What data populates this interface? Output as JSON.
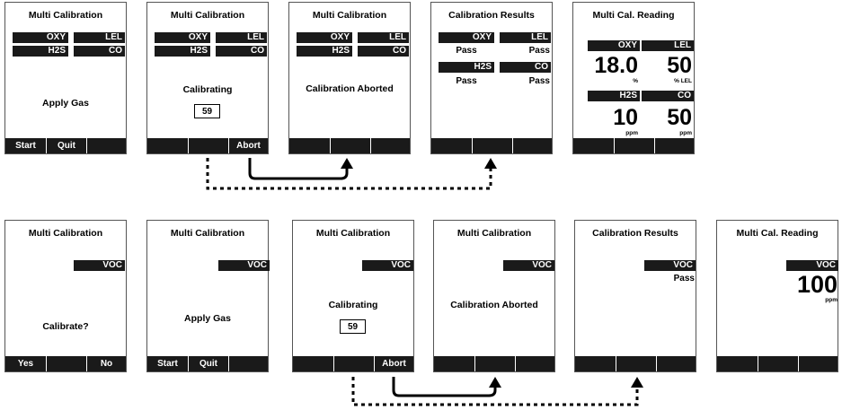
{
  "labels": {
    "multi_calibration": "Multi Calibration",
    "calibration_results": "Calibration Results",
    "multi_cal_reading": "Multi Cal. Reading",
    "calibrate_q": "Calibrate?",
    "apply_gas": "Apply Gas",
    "calibrating": "Calibrating",
    "calibration_aborted": "Calibration Aborted",
    "pass": "Pass",
    "counter": "59"
  },
  "sensors": {
    "oxy": "OXY",
    "lel": "LEL",
    "h2s": "H2S",
    "co": "CO",
    "voc": "VOC"
  },
  "softkeys": {
    "start": "Start",
    "quit": "Quit",
    "abort": "Abort",
    "yes": "Yes",
    "no": "No"
  },
  "readings": {
    "oxy": {
      "value": "18.0",
      "unit": "%"
    },
    "lel": {
      "value": "50",
      "unit": "% LEL"
    },
    "h2s": {
      "value": "10",
      "unit": "ppm"
    },
    "co": {
      "value": "50",
      "unit": "ppm"
    },
    "voc": {
      "value": "100",
      "unit": "ppm"
    }
  }
}
